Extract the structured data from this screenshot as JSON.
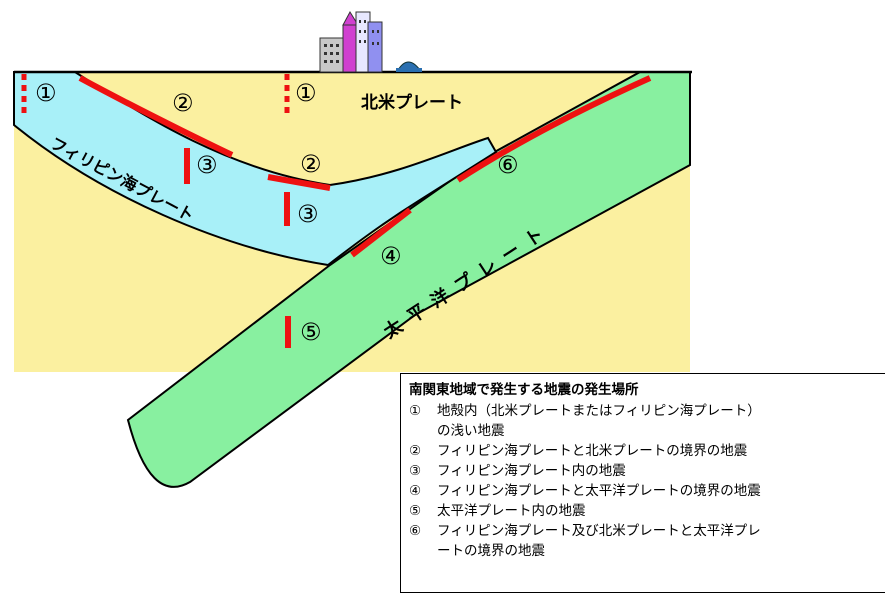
{
  "labels": {
    "north_american_plate": "北米プレート",
    "philippine_plate": "フィリピン海プレート",
    "pacific_plate": "太平洋プレート",
    "marker_1": "①",
    "marker_2": "②",
    "marker_3": "③",
    "marker_4": "④",
    "marker_5": "⑤",
    "marker_6": "⑥"
  },
  "colors": {
    "north_american_plate": "#fbf0a0",
    "philippine_plate": "#a8f0f8",
    "pacific_plate": "#88f0a0",
    "fault": "#ee1111"
  },
  "legend": {
    "title": "南関東地域で発生する地震の発生場所",
    "items": [
      {
        "marker": "①",
        "text": "地殻内（北米プレートまたはフィリピン海プレート）"
      },
      {
        "marker": "",
        "text": "の浅い地震"
      },
      {
        "marker": "②",
        "text": "フィリピン海プレートと北米プレートの境界の地震"
      },
      {
        "marker": "③",
        "text": "フィリピン海プレート内の地震"
      },
      {
        "marker": "④",
        "text": "フィリピン海プレートと太平洋プレートの境界の地震"
      },
      {
        "marker": "⑤",
        "text": "太平洋プレート内の地震"
      },
      {
        "marker": "⑥",
        "text": "フィリピン海プレート及び北米プレートと太平洋プレ"
      },
      {
        "marker": "",
        "text": "ートの境界の地震"
      }
    ]
  }
}
